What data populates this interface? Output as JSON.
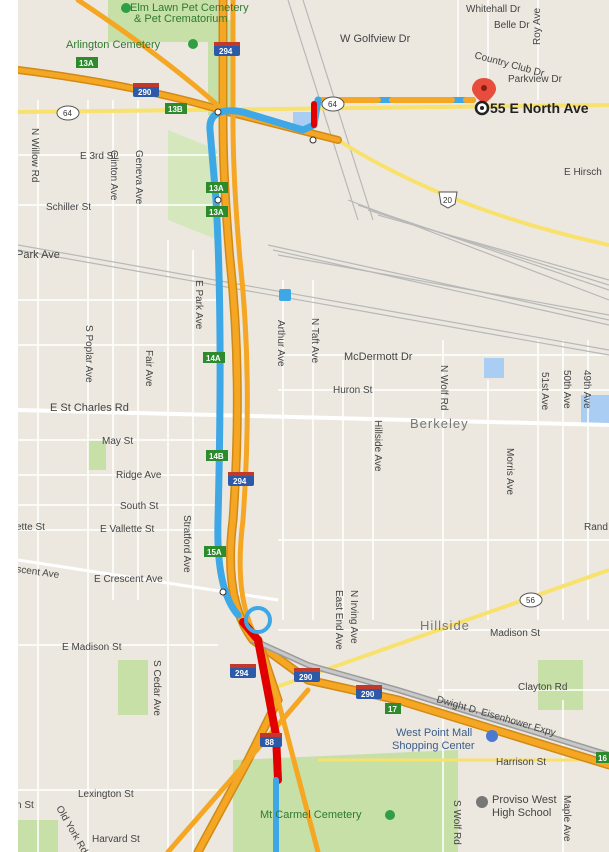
{
  "destination": {
    "label": "55 E North Ave",
    "pin_color": "#e74c3c"
  },
  "colors": {
    "route": "#3ea7e6",
    "route_heavy": "#e00000",
    "route_slow": "#f5c400",
    "highway": "#f5a623",
    "highway_edge": "#d18a16",
    "land": "#ece8df",
    "park": "#c6e0a8",
    "water": "#a9cdf3",
    "rail": "#b8b8b8"
  },
  "streets": [
    "Elm Lawn Pet Cemetery",
    "& Pet Crematorium",
    "Arlington Cemetery",
    "W Golfview Dr",
    "Whitehall Dr",
    "Belle Dr",
    "Roy Ave",
    "Country Club Dr",
    "Parkview Dr",
    "E Hirsch",
    "N Willow Rd",
    "E 3rd St",
    "Schiller St",
    "Clinton Ave",
    "Geneva Ave",
    "Park Ave",
    "E Park Ave",
    "S Poplar Ave",
    "Fair Ave",
    "Arthur Ave",
    "N Taft Ave",
    "McDermott Dr",
    "Huron St",
    "N Wolf Rd",
    "51st Ave",
    "50th Ave",
    "49th Ave",
    "E St Charles Rd",
    "May St",
    "Hillside Ave",
    "Morris Ave",
    "Ridge Ave",
    "South St",
    "ette St",
    "E Vallette St",
    "Rand",
    "Stratford Ave",
    "scent Ave",
    "E Crescent Ave",
    "N Irving Ave",
    "East End Ave",
    "Madison St",
    "E Madison St",
    "S Cedar Ave",
    "Clayton Rd",
    "Dwight D. Eisenhower Expy",
    "Harrison St",
    "Lexington St",
    "n St",
    "Old York Rd",
    "Harvard St",
    "S Wolf Rd",
    "Maple Ave",
    "Mt Carmel Cemetery",
    "West Point Mall",
    "Shopping Center",
    "Proviso West",
    "High School"
  ],
  "towns": [
    "Berkeley",
    "Hillside"
  ],
  "shields": {
    "interstate": [
      "294",
      "290",
      "88"
    ],
    "state": [
      "64",
      "56"
    ],
    "us": [
      "20"
    ]
  },
  "exits": [
    "13A",
    "13B",
    "14A",
    "14B",
    "15A",
    "17",
    "16"
  ]
}
